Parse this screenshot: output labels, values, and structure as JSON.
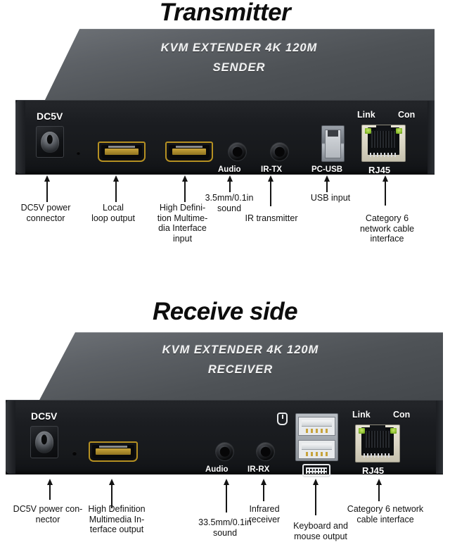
{
  "page": {
    "background": "#ffffff",
    "accent_gold": "#b59022",
    "accent_led_green": "#8cc02e",
    "rj45_body": "#e9e5d6",
    "device_top": "#5d6166",
    "device_front": "#1b1d21"
  },
  "transmitter": {
    "section_title": "Transmitter",
    "top_line1": "KVM EXTENDER 4K 120M",
    "top_line2": "SENDER",
    "panel_labels": {
      "dc": "DC5V",
      "audio": "Audio",
      "ir": "IR-TX",
      "usb": "PC-USB",
      "link": "Link",
      "con": "Con",
      "rj45": "RJ45"
    },
    "callouts": [
      {
        "text": "DC5V power\nconnector"
      },
      {
        "text": "Local\nloop output"
      },
      {
        "text": "High Defini-\ntion Multime-\ndia Interface\ninput"
      },
      {
        "text": "3.5mm/0.1in\nsound"
      },
      {
        "text": "IR transmitter"
      },
      {
        "text": "USB input"
      },
      {
        "text": "Category 6\nnetwork cable\ninterface"
      }
    ]
  },
  "receiver": {
    "section_title": "Receive side",
    "top_line1": "KVM EXTENDER 4K 120M",
    "top_line2": "RECEIVER",
    "panel_labels": {
      "dc": "DC5V",
      "audio": "Audio",
      "ir": "IR-RX",
      "link": "Link",
      "con": "Con",
      "rj45": "RJ45"
    },
    "icons": {
      "mouse": "mouse-icon",
      "keyboard": "keyboard-icon"
    },
    "callouts": [
      {
        "text": "DC5V power con-\nnector"
      },
      {
        "text": "High Definition\nMultimedia In-\nterface output"
      },
      {
        "text": "33.5mm/0.1in\nsound"
      },
      {
        "text": "Infrared\nreceiver"
      },
      {
        "text": "Keyboard and\nmouse output"
      },
      {
        "text": "Category 6 network\ncable interface"
      }
    ]
  }
}
